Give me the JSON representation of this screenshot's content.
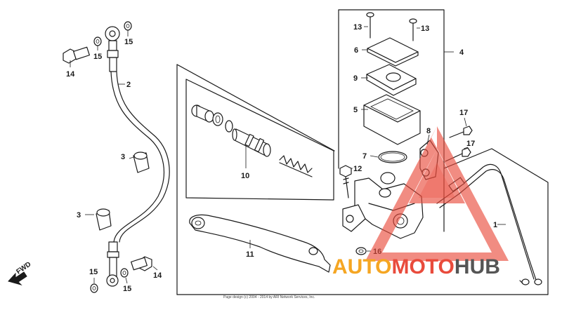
{
  "diagram": {
    "callouts": [
      "13",
      "13",
      "6",
      "4",
      "9",
      "5",
      "17",
      "8",
      "17",
      "7",
      "12",
      "10",
      "1",
      "11",
      "16",
      "2",
      "3",
      "3",
      "14",
      "15",
      "15",
      "14",
      "15",
      "15"
    ],
    "fwd_label": "FWD",
    "copyright": "Page design (c) 2004 - 2014 by ARI Network Services, Inc."
  },
  "watermark": {
    "part1": "AUTO",
    "part2": "MOTO",
    "part3": "HUB",
    "colors": {
      "auto": "#f5a623",
      "moto": "#e94b3c",
      "hub": "#555555",
      "triangle": "#e94b3c"
    }
  }
}
